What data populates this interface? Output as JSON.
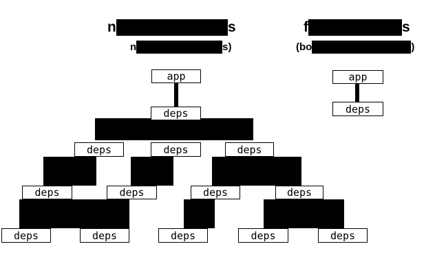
{
  "left_panel": {
    "title_visible_start": "n",
    "title_visible_end": "s",
    "subtitle_visible_start": "n",
    "subtitle_visible_end": "s)"
  },
  "right_panel": {
    "title_visible_start": "f",
    "title_visible_end": "s",
    "subtitle_visible_start": "(bo",
    "subtitle_visible_end": ")"
  },
  "node_labels": {
    "app": "app",
    "deps": "deps"
  },
  "colors": {
    "ink": "#000000",
    "paper": "#ffffff"
  }
}
